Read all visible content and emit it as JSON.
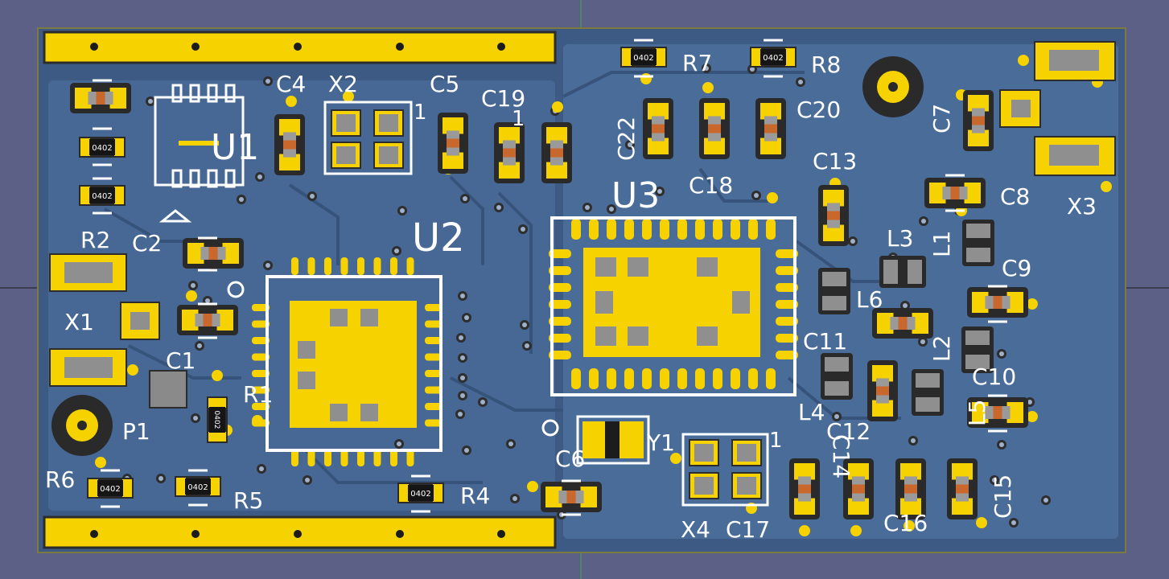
{
  "board": {
    "colors": {
      "background": "#5c5f86",
      "soldermask": "#3d5a84",
      "copper_fill": "#4a6c98",
      "pad": "#f5d200",
      "silkscreen": "#ffffff",
      "outline": "#e0d000",
      "body_orange": "#c9682c",
      "body_gray": "#8a8a8a",
      "ruler_green": "#35b035"
    },
    "references": [
      "U1",
      "U2",
      "U3",
      "X1",
      "X2",
      "X3",
      "X4",
      "Y1",
      "P1",
      "C1",
      "C2",
      "C4",
      "C5",
      "C6",
      "C7",
      "C8",
      "C9",
      "C10",
      "C11",
      "C12",
      "C13",
      "C14",
      "C15",
      "C16",
      "C17",
      "C18",
      "C19",
      "C20",
      "C22",
      "R1",
      "R2",
      "R4",
      "R5",
      "R6",
      "R7",
      "R8",
      "L1",
      "L2",
      "L3",
      "L4",
      "L5",
      "L6"
    ],
    "pin1_marks": [
      "1",
      "1",
      "1"
    ],
    "package_labels": [
      "0402",
      "0402",
      "0402",
      "0402",
      "0402",
      "0402",
      "0402",
      "0402"
    ]
  }
}
